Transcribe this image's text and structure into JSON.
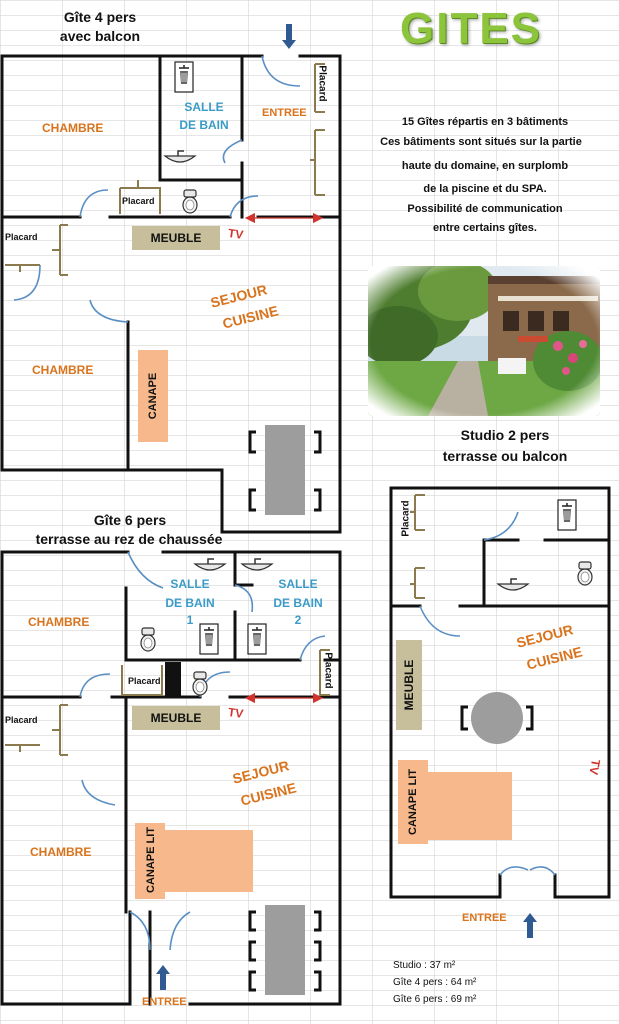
{
  "title": "GITES",
  "intro": [
    "15 Gîtes répartis en 3 bâtiments",
    "Ces bâtiments sont situés sur la partie",
    "haute du domaine, en surplomb",
    "de la piscine et du SPA.",
    "Possibilité de communication",
    "entre certains gîtes."
  ],
  "plans": {
    "gite4": {
      "caption": [
        "Gîte 4 pers",
        "avec balcon"
      ],
      "chambre_top": "CHAMBRE",
      "salle_de_bain": [
        "SALLE",
        "DE BAIN"
      ],
      "entree": "ENTREE",
      "placard_right": "Placard",
      "placard_center": "Placard",
      "placard_left": "Placard",
      "meuble": "MEUBLE",
      "tv": "TV",
      "sejour": [
        "SEJOUR",
        "CUISINE"
      ],
      "chambre_bottom": "CHAMBRE",
      "canape": "CANAPE"
    },
    "gite6": {
      "caption": [
        "Gîte  6 pers",
        "terrasse au rez de chaussée"
      ],
      "chambre_top": "CHAMBRE",
      "salle_de_bain_1": [
        "SALLE",
        "DE BAIN",
        "1"
      ],
      "salle_de_bain_2": [
        "SALLE",
        "DE BAIN",
        "2"
      ],
      "placard_center": "Placard",
      "placard_right": "Placard",
      "placard_left": "Placard",
      "meuble": "MEUBLE",
      "tv": "TV",
      "sejour": [
        "SEJOUR",
        "CUISINE"
      ],
      "chambre_bottom": "CHAMBRE",
      "canape": "CANAPE LIT",
      "entree": "ENTREE"
    },
    "studio": {
      "caption": [
        "Studio 2 pers",
        "terrasse ou balcon"
      ],
      "placard": "Placard",
      "sejour": [
        "SEJOUR",
        "CUISINE"
      ],
      "meuble": "MEUBLE",
      "canape": "CANAPE LIT",
      "tv": "TV",
      "entree": "ENTREE"
    }
  },
  "areas": [
    "Studio : 37 m²",
    "Gîte 4 pers : 64 m²",
    "Gîte 6 pers : 69 m²"
  ],
  "colors": {
    "wall": "#111111",
    "room_label": "#d9731c",
    "bath_label": "#3a9bc8",
    "title_green": "#8cc43c",
    "furniture_beige": "#c7bf9b",
    "sofa_peach": "#f7b98b",
    "table_grey": "#9d9d9d",
    "door_blue": "#5a8fc4",
    "placard_brown": "#8a7a4e",
    "arrow_blue": "#2f5a92",
    "dimension_red": "#d0342c"
  },
  "icons": [
    "shower-icon",
    "sink-icon",
    "toilet-icon",
    "entry-arrow-icon",
    "dimension-arrow-icon"
  ]
}
